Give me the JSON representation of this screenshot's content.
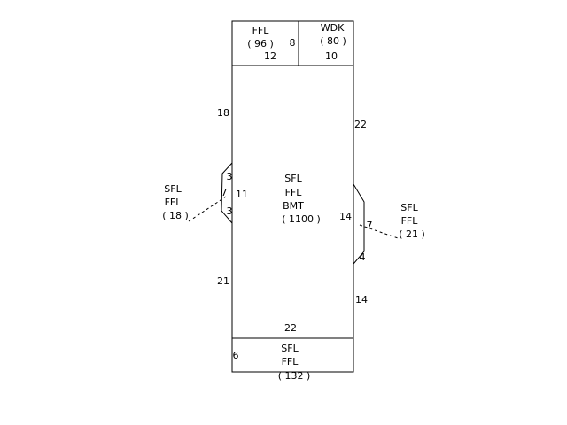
{
  "areas": {
    "ffl_top": {
      "lines": [
        "FFL",
        "( 96 )"
      ]
    },
    "wdk": {
      "lines": [
        "WDK",
        "( 80 )"
      ]
    },
    "main": {
      "lines": [
        "SFL",
        "FFL",
        "BMT",
        "( 1100 )"
      ]
    },
    "left_bay": {
      "lines": [
        "SFL",
        "FFL",
        "( 18 )"
      ]
    },
    "right_bay": {
      "lines": [
        "SFL",
        "FFL",
        "( 21 )"
      ]
    },
    "bottom": {
      "lines": [
        "SFL",
        "FFL",
        "( 132 )"
      ]
    }
  },
  "dimensions": {
    "ffl_top_width": "12",
    "ffl_top_depth": "8",
    "wdk_width": "10",
    "main_left_upper": "18",
    "main_left_lower": "21",
    "main_right_upper": "22",
    "main_right_lower": "14",
    "main_bottom": "22",
    "left_bay_width": "11",
    "left_bay_depth": "7",
    "left_bay_side_top": "3",
    "left_bay_side_bottom": "3",
    "right_bay_width": "14",
    "right_bay_depth": "7",
    "right_bay_side_bottom": "4",
    "bottom_depth": "6"
  }
}
